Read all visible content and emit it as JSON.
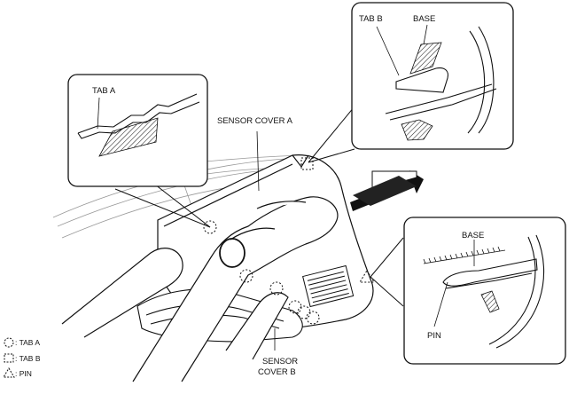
{
  "labels": {
    "tab_a": "TAB A",
    "sensor_cover_a": "SENSOR COVER A",
    "tab_b": "TAB B",
    "base_top": "BASE",
    "base_right": "BASE",
    "pin": "PIN",
    "sensor_cover_b_line1": "SENSOR",
    "sensor_cover_b_line2": "COVER B"
  },
  "legend": {
    "items": [
      {
        "symbol": "dotted-circle",
        "label": ": TAB A"
      },
      {
        "symbol": "dotted-square",
        "label": ": TAB B"
      },
      {
        "symbol": "dotted-triangle",
        "label": ": PIN"
      }
    ]
  }
}
